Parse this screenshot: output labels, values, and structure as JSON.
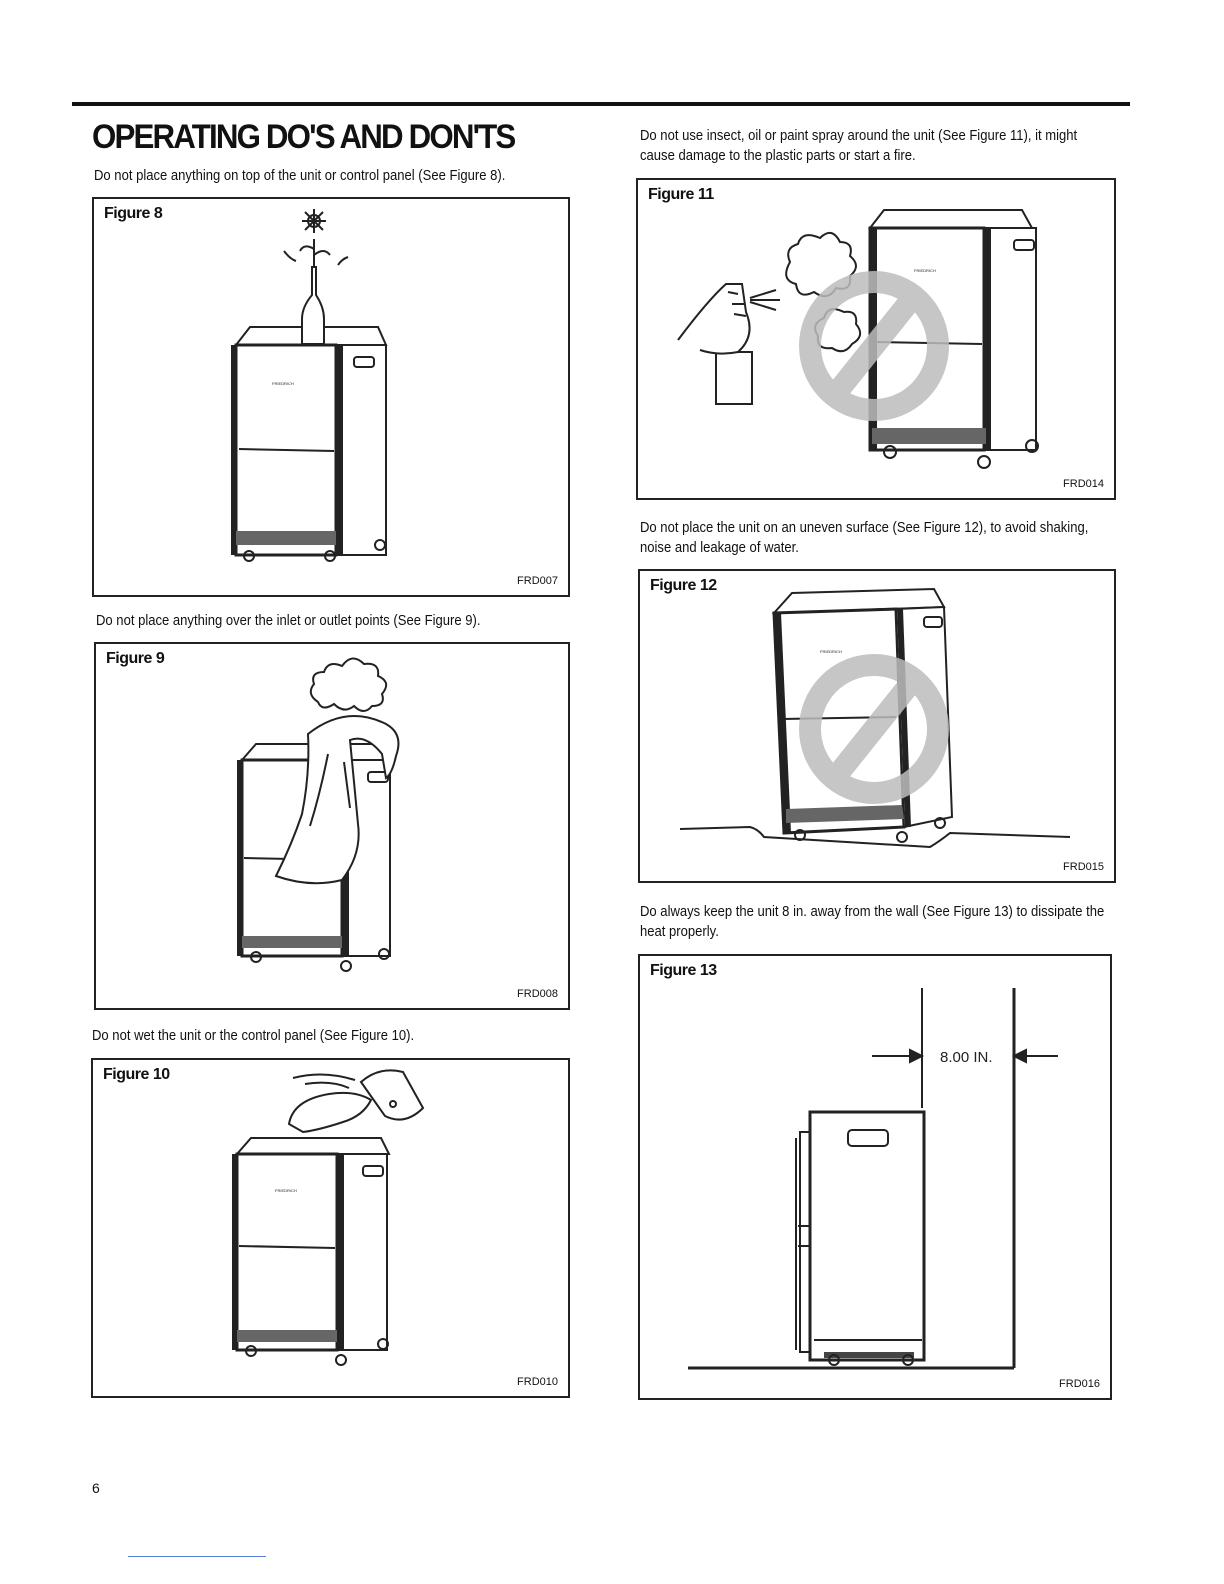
{
  "header": {
    "title": "OPERATING DO'S AND DON'TS"
  },
  "paragraphs": {
    "p8": "Do not place anything on top of the unit or control panel (See Figure 8).",
    "p9": "Do not place anything over the inlet or outlet points (See Figure 9).",
    "p10": "Do not wet the unit or the control panel (See Figure 10).",
    "p11": "Do not use insect, oil or paint spray around the unit (See Figure 11), it might cause damage to the plastic parts or start a fire.",
    "p12": "Do not place the unit on an uneven surface (See Figure 12), to avoid shaking, noise and leakage of water.",
    "p13": "Do always keep the unit 8 in. away from the wall (See Figure 13) to dissipate the heat properly."
  },
  "figures": {
    "fig8": {
      "title": "Figure 8",
      "code": "FRD007"
    },
    "fig9": {
      "title": "Figure 9",
      "code": "FRD008"
    },
    "fig10": {
      "title": "Figure 10",
      "code": "FRD010"
    },
    "fig11": {
      "title": "Figure 11",
      "code": "FRD014"
    },
    "fig12": {
      "title": "Figure 12",
      "code": "FRD015"
    },
    "fig13": {
      "title": "Figure 13",
      "code": "FRD016",
      "dimension": "8.00 IN."
    }
  },
  "unit_brand": "FRIEDRICH",
  "footer": {
    "page_number": "6"
  }
}
